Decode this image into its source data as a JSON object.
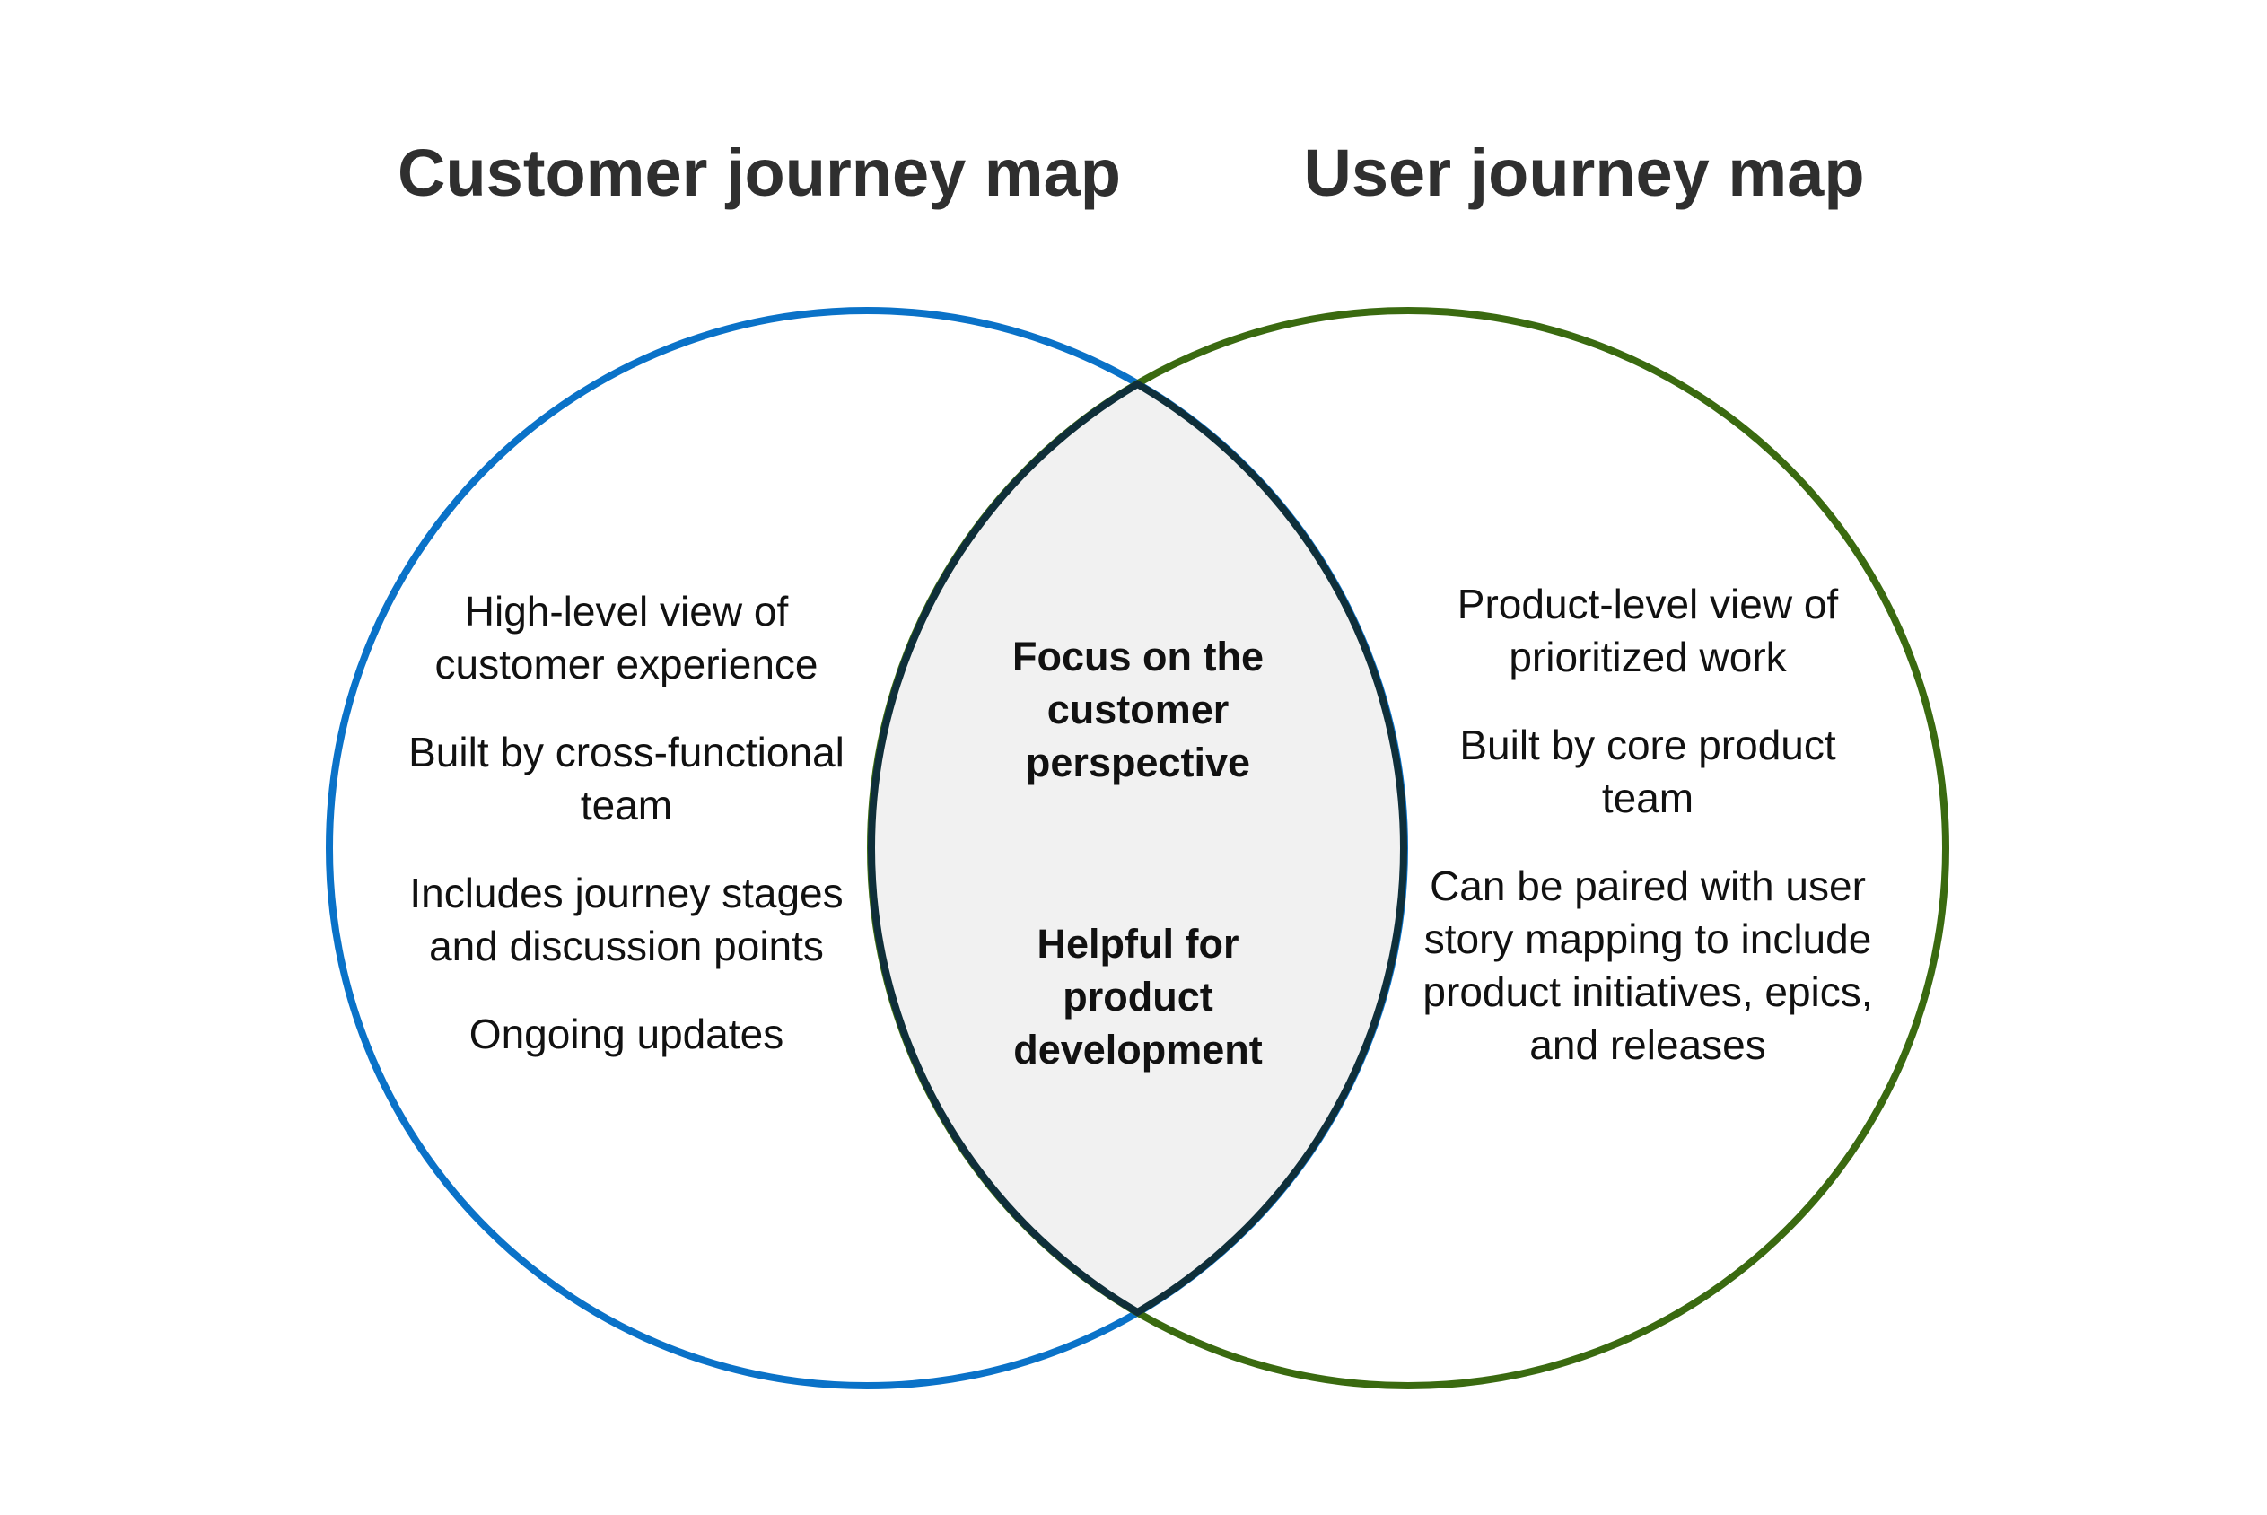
{
  "diagram": {
    "type": "venn",
    "left": {
      "title": "Customer journey map",
      "color": "#0a72c8",
      "items": [
        "High-level view of customer experience",
        "Built by cross-functional team",
        "Includes journey stages and discussion points",
        "Ongoing updates"
      ]
    },
    "right": {
      "title": "User journey map",
      "color": "#3a6a10",
      "items": [
        "Product-level view of prioritized work",
        "Built by core product team",
        "Can be paired with user story mapping to include product initiatives, epics, and releases"
      ]
    },
    "overlap": {
      "color": "#0f2f3a",
      "fill": "#f1f1f1",
      "items": [
        "Focus on the customer perspective",
        "Helpful for product development"
      ]
    }
  }
}
